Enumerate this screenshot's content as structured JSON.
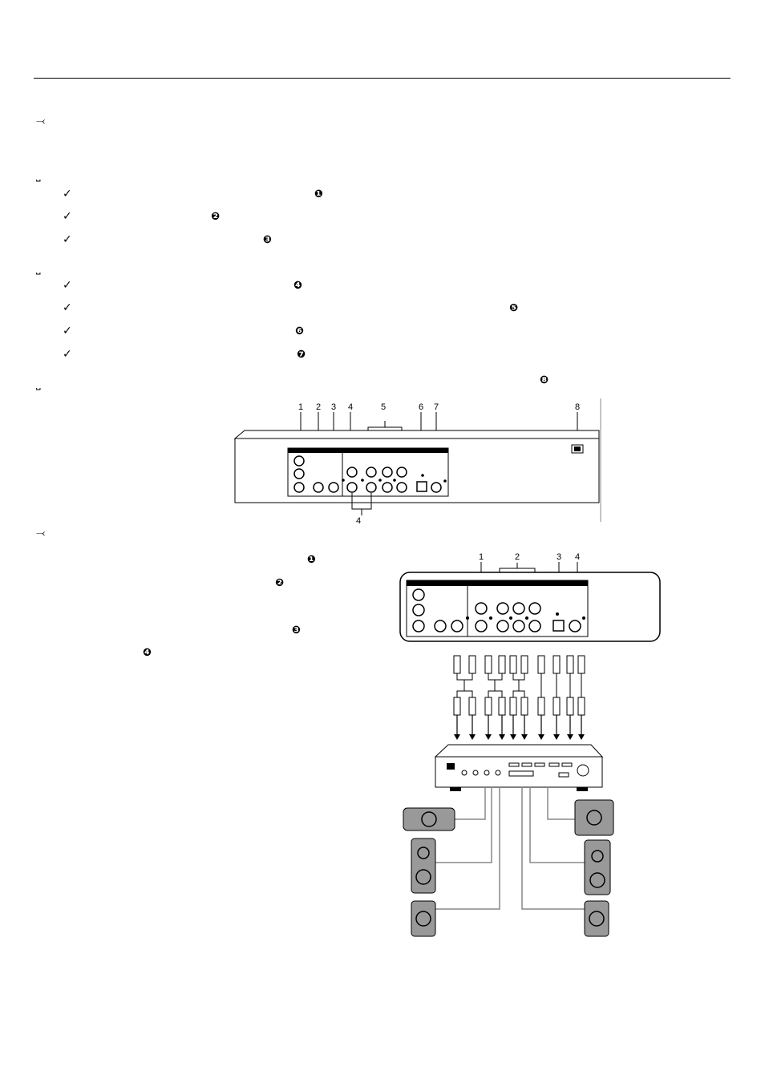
{
  "section_marks": {
    "s1": "⤙",
    "s2": "⎵",
    "s3": "⎵",
    "s4": "⎵",
    "s5": "⤙"
  },
  "checkmark": "✓",
  "list_a_numbers": [
    "❶",
    "❷",
    "❸"
  ],
  "list_b_numbers": [
    "❹",
    "❺",
    "❻",
    "❼"
  ],
  "item8_number": "❽",
  "connect_numbers": [
    "❶",
    "❷",
    "❸",
    "❹"
  ],
  "panel_diagram": {
    "callouts": [
      "1",
      "2",
      "3",
      "4",
      "5",
      "6",
      "7",
      "8"
    ],
    "bottom_label": "4"
  },
  "connection_diagram": {
    "callouts": [
      "1",
      "2",
      "3",
      "4"
    ]
  }
}
